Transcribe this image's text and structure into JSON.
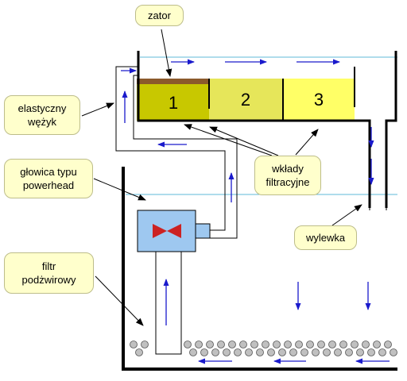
{
  "labels": {
    "zator": "zator",
    "elastyczny_line1": "elastyczny",
    "elastyczny_line2": "wężyk",
    "glowica_line1": "głowica typu",
    "glowica_line2": "powerhead",
    "filtr_line1": "filtr",
    "filtr_line2": "podżwirowy",
    "wklady_line1": "wkłady",
    "wklady_line2": "filtracyjne",
    "wylewka": "wylewka"
  },
  "chambers": [
    "1",
    "2",
    "3"
  ],
  "colors": {
    "label_bg": "#ffffcc",
    "chamber1": "#c8c800",
    "chamber2": "#e6e65a",
    "chamber3": "#ffff66",
    "sludge": "#8b5a2b",
    "pump_body": "#9ec8f0",
    "valve": "#cc2222",
    "flow_arrow": "#1a1acc",
    "water_line": "#5fb8d8",
    "gravel": "#c0c0c0"
  },
  "icons": {
    "valve": "valve-icon",
    "flow": "flow-arrow-icon",
    "gravel": "gravel-pebble-icon"
  }
}
